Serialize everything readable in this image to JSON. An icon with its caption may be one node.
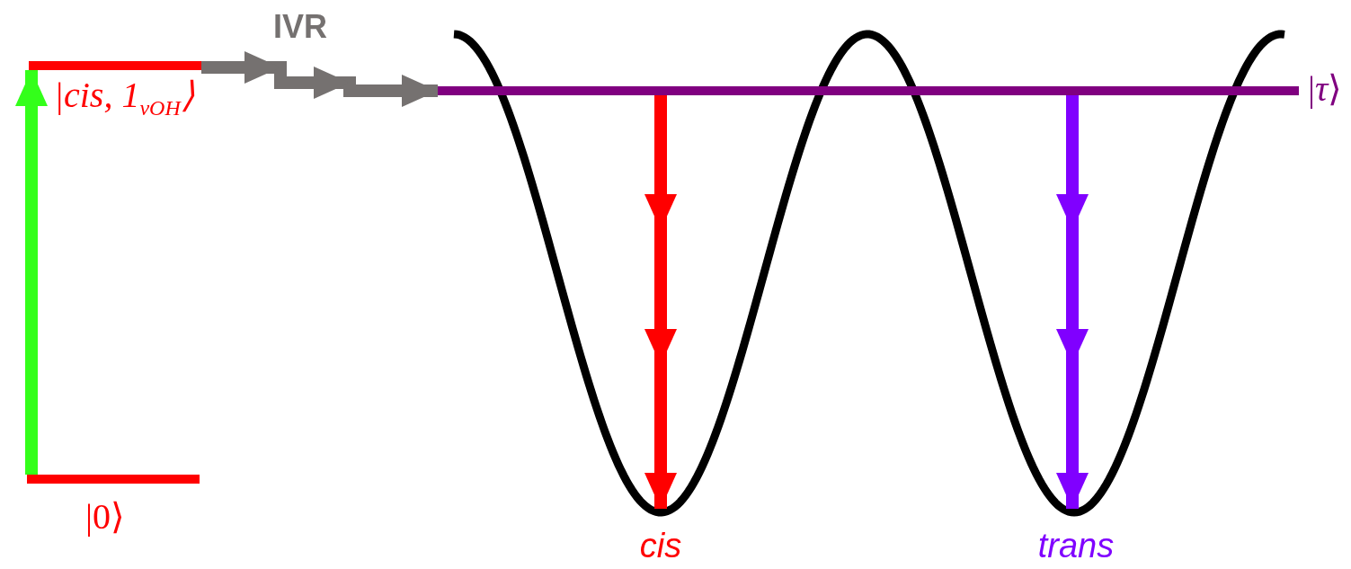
{
  "diagram": {
    "nodes": [
      {
        "text": [
          "|0⟩"
        ]
      },
      {
        "text": [
          "|cis, 1$_{vOH}$⟩"
        ]
      },
      {
        "text": [
          "|*τ*⟩"
        ]
      },
      {
        "text": [
          "cis"
        ]
      },
      {
        "text": [
          "trans"
        ]
      }
    ],
    "edges": [
      {
        "from": 0,
        "to": 1,
        "arrow": "to",
        "color": "#33ff1a"
      },
      {
        "from": 1,
        "to": 2,
        "arrow": "to",
        "color": "#757170"
      },
      {
        "from": 2,
        "to": 3,
        "arrow": "to",
        "color": "#ff0000"
      },
      {
        "from": 2,
        "to": 4,
        "arrow": "to",
        "color": "#8000ff"
      }
    ],
    "labels": [
      "IVR"
    ]
  }
}
